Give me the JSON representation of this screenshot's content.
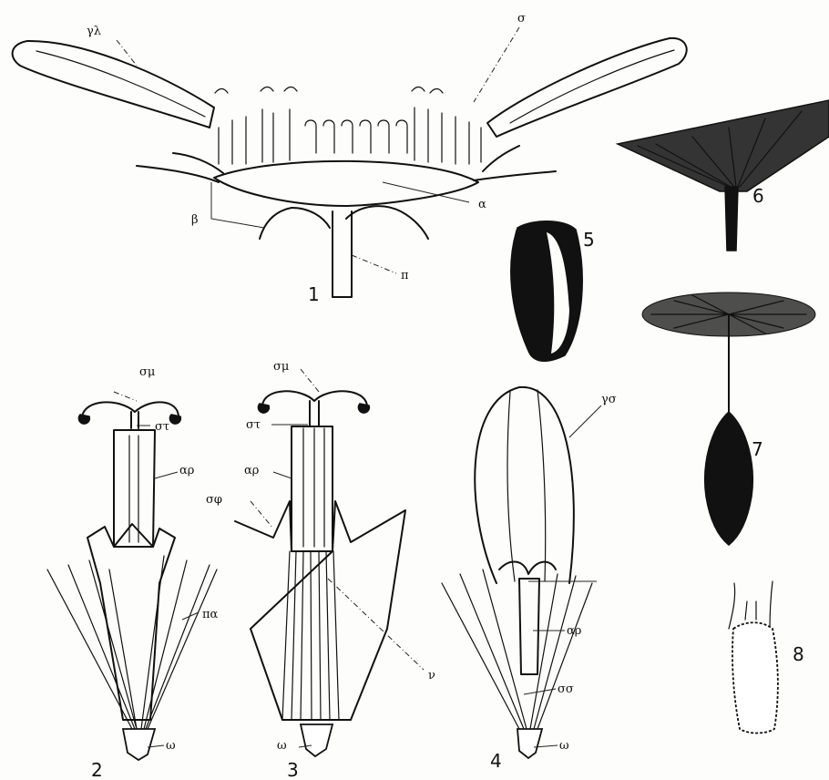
{
  "figure": {
    "panels": [
      {
        "id": "1",
        "number": "1"
      },
      {
        "id": "2",
        "number": "2"
      },
      {
        "id": "3",
        "number": "3"
      },
      {
        "id": "4",
        "number": "4"
      },
      {
        "id": "5",
        "number": "5"
      },
      {
        "id": "6",
        "number": "6"
      },
      {
        "id": "7",
        "number": "7"
      },
      {
        "id": "8",
        "number": "8"
      }
    ],
    "labels": {
      "p1": {
        "gl": "γλ",
        "s": "σ",
        "a": "α",
        "b": "β",
        "p": "π"
      },
      "p2": {
        "sm": "σμ",
        "st": "στ",
        "ar": "αρ",
        "pa": "πα",
        "o": "ω"
      },
      "p3": {
        "sm": "σμ",
        "st": "στ",
        "ar": "αρ",
        "sf": "σφ",
        "n": "ν",
        "o": "ω"
      },
      "p4": {
        "gs": "γσ",
        "ar": "αρ",
        "ss": "σσ",
        "o": "ω"
      }
    }
  }
}
